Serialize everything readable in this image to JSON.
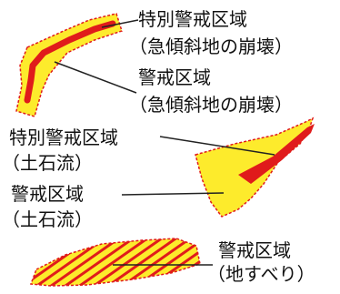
{
  "colors": {
    "yellow": "#FDEB2C",
    "red": "#E01B1B",
    "line": "#222222",
    "text": "#111111"
  },
  "steep_slope": {
    "special_zone_label": "特別警戒区域",
    "special_zone_sub": "（急傾斜地の崩壊）",
    "zone_label": "警戒区域",
    "zone_sub": "（急傾斜地の崩壊）"
  },
  "debris_flow": {
    "special_zone_label": "特別警戒区域",
    "special_zone_sub": "（土石流）",
    "zone_label": "警戒区域",
    "zone_sub": "（土石流）"
  },
  "landslide": {
    "zone_label": "警戒区域",
    "zone_sub": "（地すべり）"
  }
}
